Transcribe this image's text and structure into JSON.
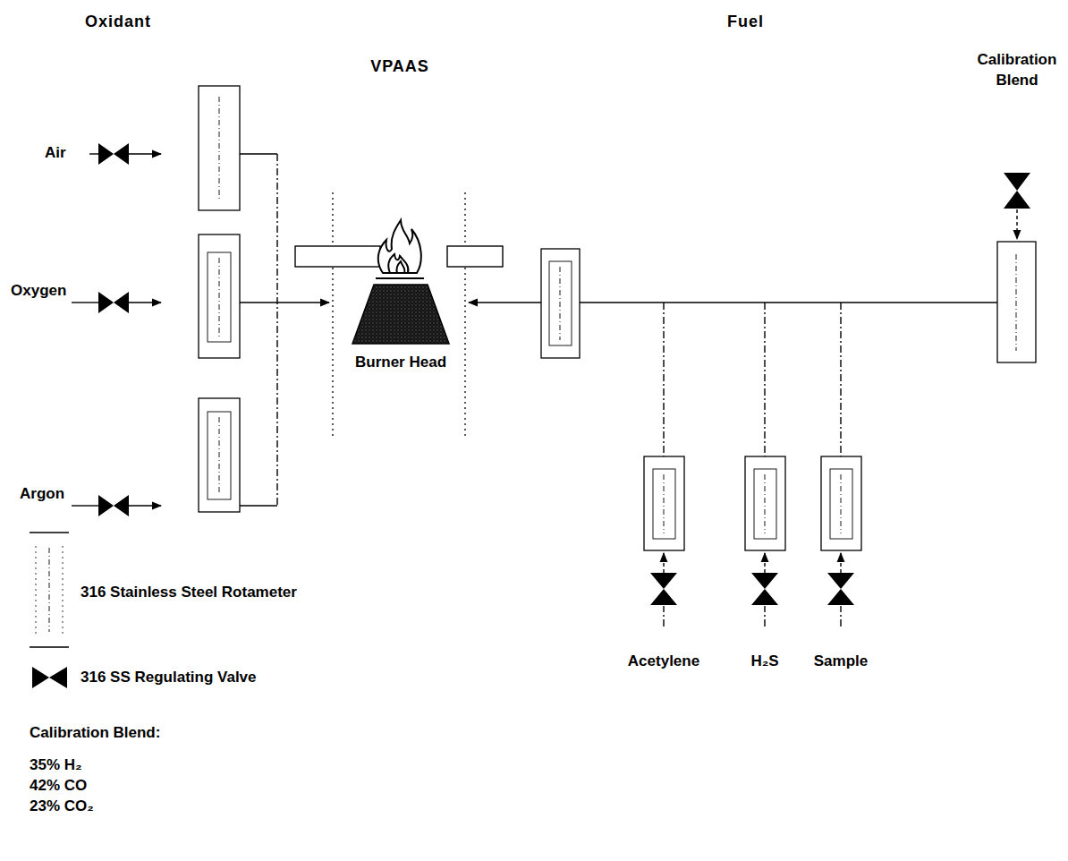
{
  "diagram": {
    "nodes": [
      {
        "text": [
          "Burner Head"
        ]
      }
    ],
    "labels": [
      "Oxidant",
      "Fuel",
      "Air",
      "Oxygen",
      "Argon",
      "VPAAS",
      "Calibration Blend",
      "Acetylene",
      "H₂S",
      "Sample",
      "Calibration Blend:",
      "35% H₂",
      "42% CO",
      "23% CO₂"
    ],
    "legend": [
      {
        "text": "316 Stainless Steel Rotameter"
      },
      {
        "text": "316 SS Regulating Valve"
      }
    ]
  }
}
